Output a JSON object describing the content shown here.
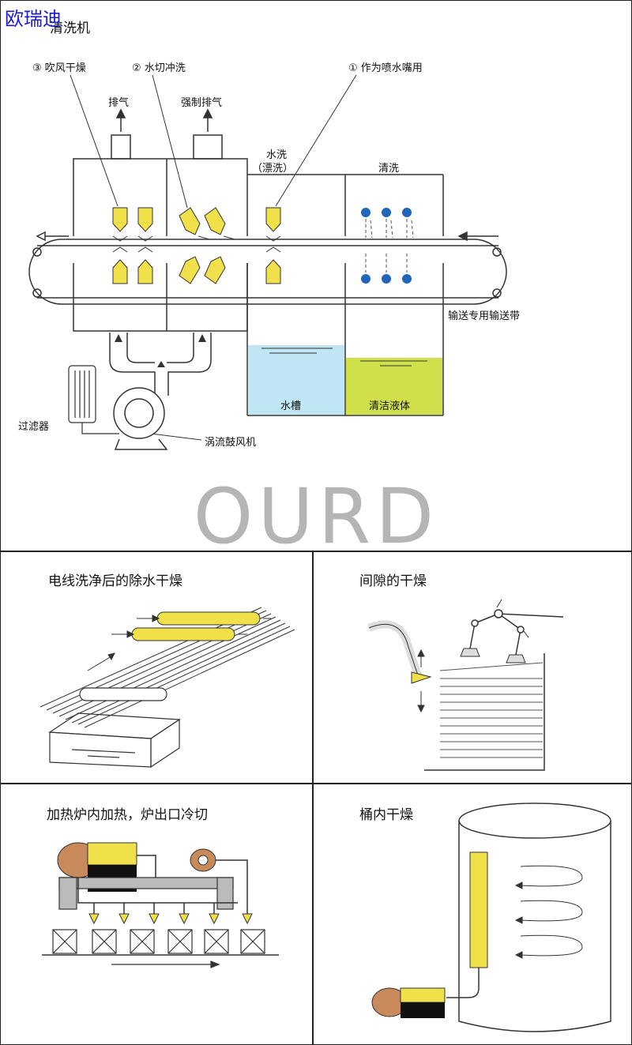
{
  "brand": "欧瑞迪",
  "watermark": "OURD",
  "top": {
    "title": "清洗机",
    "labels": {
      "blow_dry": "③ 吹风干燥",
      "water_cut": "② 水切冲洗",
      "nozzle": "① 作为喷水嘴用",
      "exhaust": "排气",
      "forced_exhaust": "强制排气",
      "water_wash": "水洗",
      "rinse": "（漂洗）",
      "clean": "清洗",
      "conveyor": "输送专用输送带",
      "tank": "水槽",
      "clean_liquid": "清洁液体",
      "filter": "过滤器",
      "blower": "涡流鼓风机"
    }
  },
  "panels": {
    "wire": {
      "title": "电线洗净后的除水干燥"
    },
    "gap": {
      "title": "间隙的干燥"
    },
    "furnace": {
      "title": "加热炉内加热，炉出口冷切"
    },
    "barrel": {
      "title": "桶内干燥"
    }
  },
  "colors": {
    "nozzle": "#f0e04a",
    "tank_water": "#bfe6f2",
    "clean_liquid": "#cfe04a",
    "spray_dot": "#2266bb",
    "brand": "#1a1ad8"
  }
}
